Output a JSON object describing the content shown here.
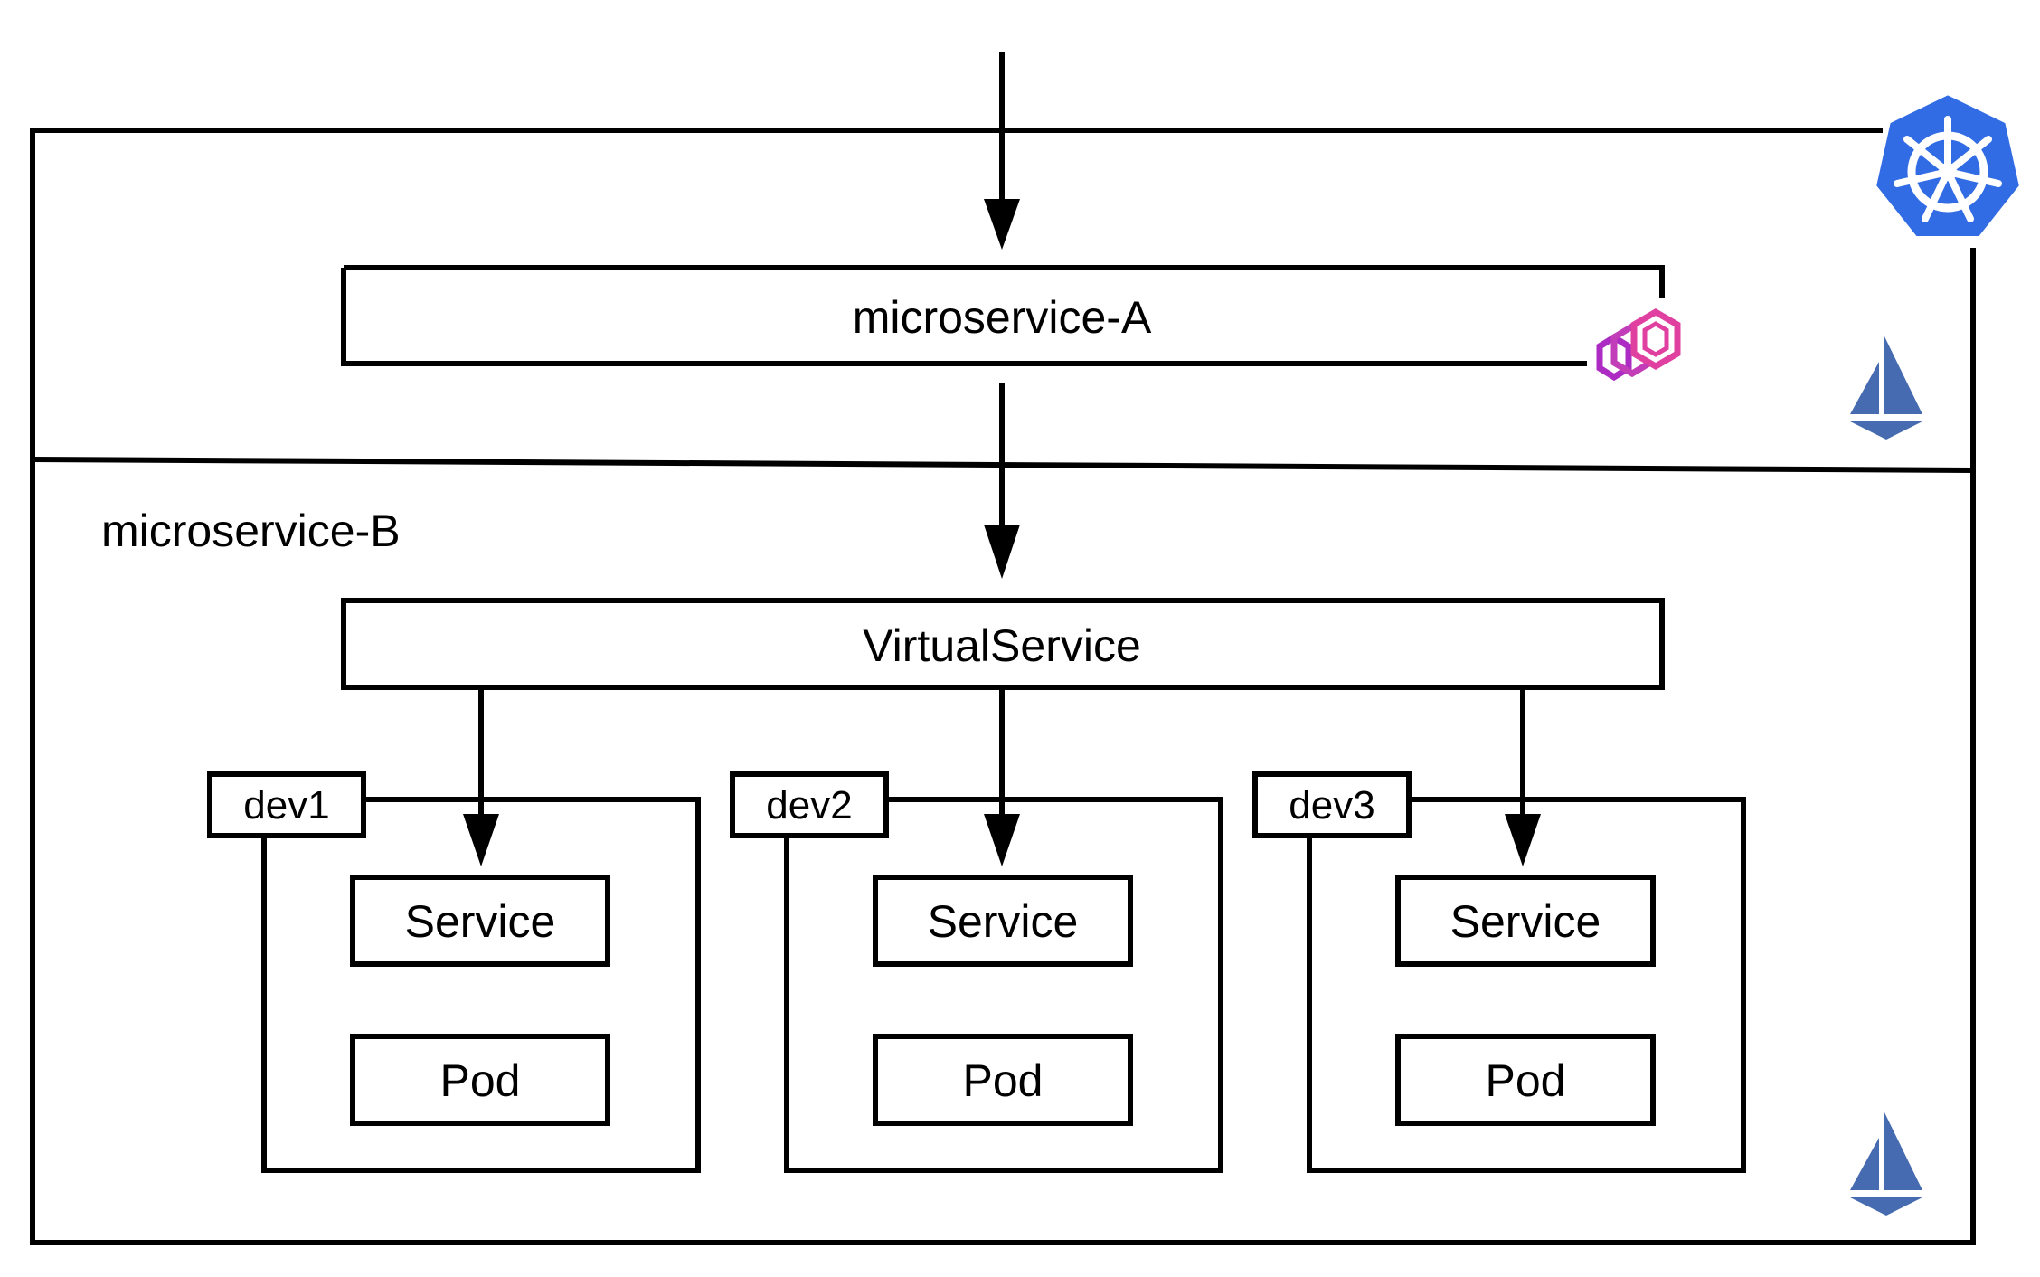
{
  "labels": {
    "service_a": "microservice-A",
    "service_b": "microservice-B",
    "virtual_service": "VirtualService"
  },
  "namespaces": [
    {
      "name": "dev1",
      "service_label": "Service",
      "pod_label": "Pod"
    },
    {
      "name": "dev2",
      "service_label": "Service",
      "pod_label": "Pod"
    },
    {
      "name": "dev3",
      "service_label": "Service",
      "pod_label": "Pod"
    }
  ],
  "icons": {
    "kubernetes": "kubernetes-icon",
    "envoy": "envoy-icon",
    "istio": "istio-icon"
  },
  "colors": {
    "kubernetes_blue": "#326CE5",
    "istio_blue": "#466BB0",
    "envoy_pink": "#E040A0",
    "envoy_purple": "#AC2BC2",
    "line": "#000000"
  }
}
